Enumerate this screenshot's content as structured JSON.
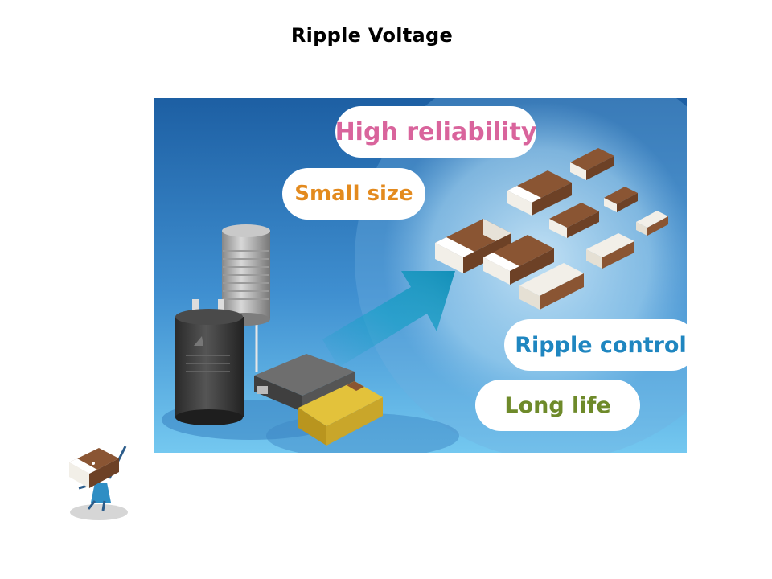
{
  "slide": {
    "title": "Ripple Voltage"
  },
  "illustration": {
    "labels": {
      "high_reliability": "High reliability",
      "small_size": "Small size",
      "ripple_control": "Ripple control",
      "long_life": "Long life"
    },
    "colors": {
      "high_reliability": "#d9649c",
      "small_size": "#e38a1e",
      "ripple_control": "#1f86c0",
      "long_life": "#6e8a2a",
      "background_top": "#1d5fa3",
      "background_bottom": "#6fc6ef",
      "arrow": "#1aa0c8",
      "mlcc_body": "#8a5533",
      "mlcc_terminal": "#f2efe8",
      "tantalum_body": "#e3c23b"
    },
    "icons": [
      "aluminum-electrolytic-capacitor-icon",
      "radial-capacitor-icon",
      "smd-capacitor-icon",
      "tantalum-capacitor-icon",
      "arrow-icon",
      "mlcc-chip-icon"
    ]
  },
  "mascot": {
    "icon": "capacitor-mascot-icon"
  }
}
